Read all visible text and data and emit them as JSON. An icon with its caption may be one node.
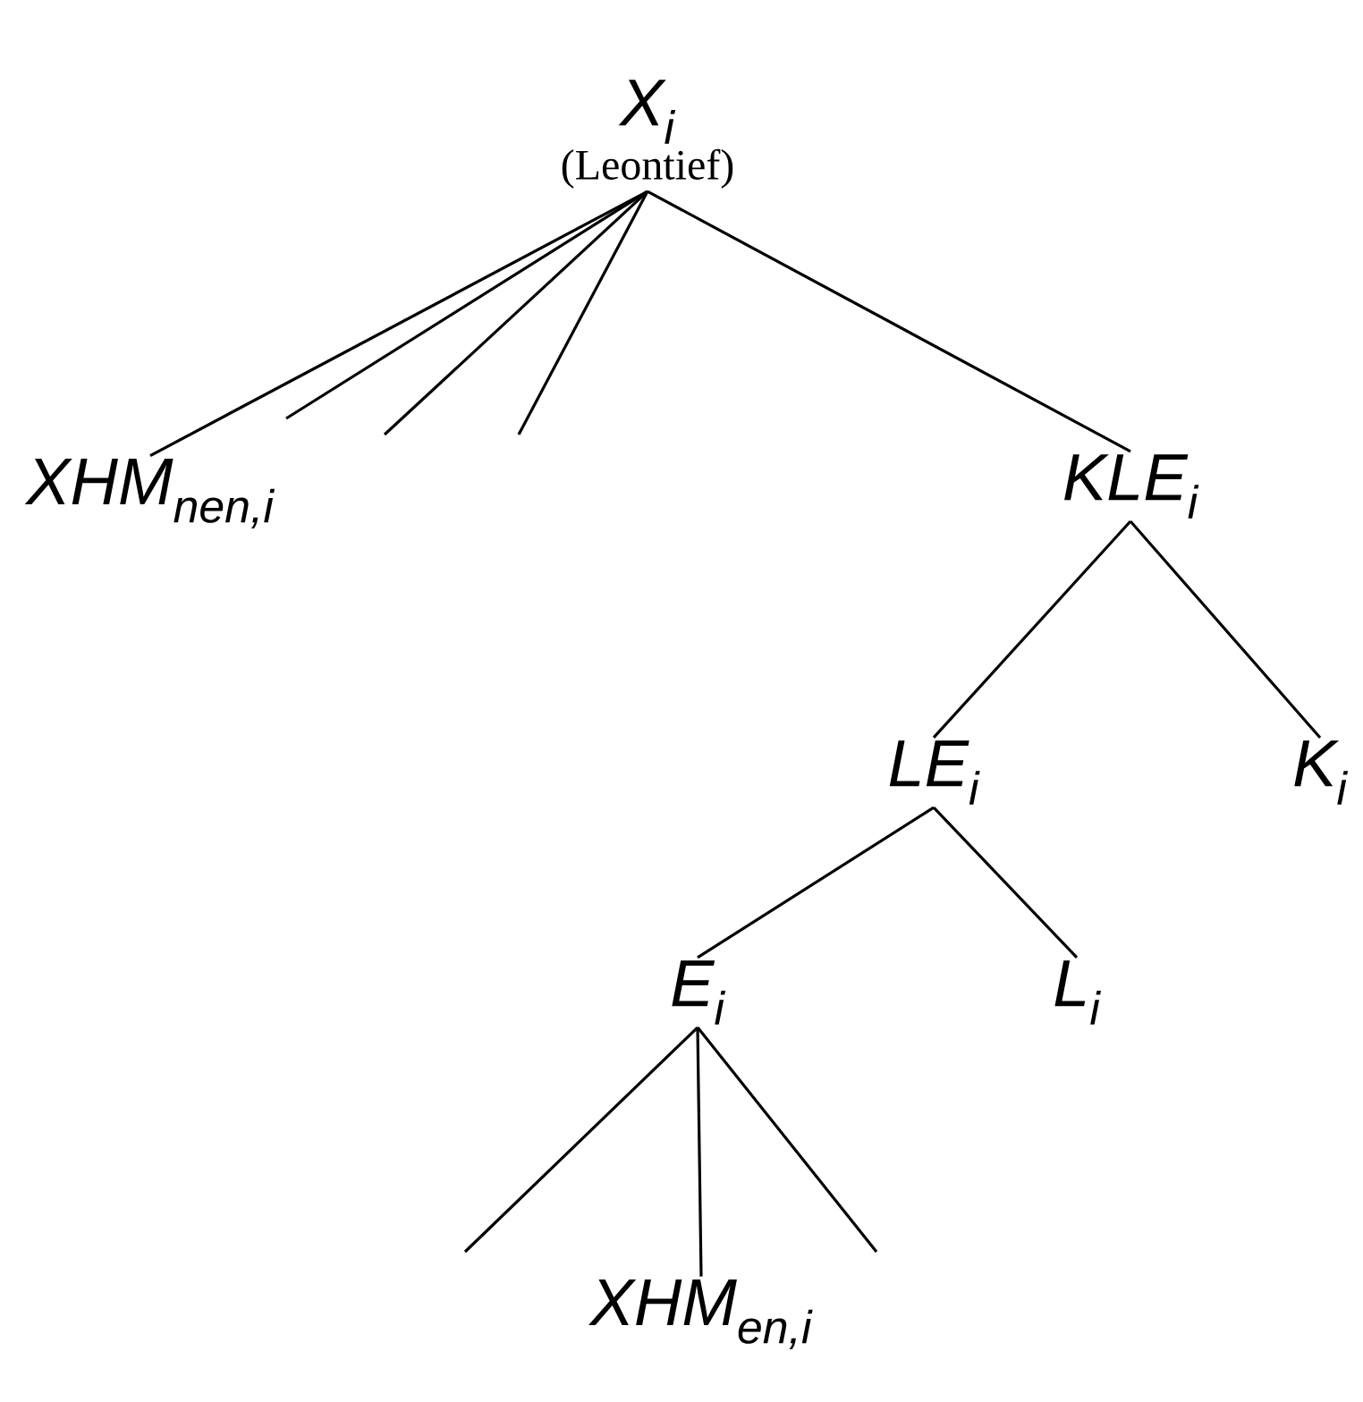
{
  "diagram": {
    "nodes": [
      {
        "text": [
          "X$_{i}$",
          "(Leontief)"
        ]
      },
      {
        "text": [
          "XHM$_{nen,i}$"
        ]
      },
      {
        "text": [
          "KLE$_{i}$"
        ]
      },
      {
        "text": [
          "LE$_{i}$"
        ]
      },
      {
        "text": [
          "K$_{i}$"
        ]
      },
      {
        "text": [
          "E$_{i}$"
        ]
      },
      {
        "text": [
          "L$_{i}$"
        ]
      },
      {
        "text": [
          "XHM$_{en,i}$"
        ]
      }
    ],
    "edges": [
      {
        "from": 0,
        "to": 1,
        "arrow": "none"
      },
      {
        "from": 0,
        "to": null,
        "arrow": "none"
      },
      {
        "from": 0,
        "to": null,
        "arrow": "none"
      },
      {
        "from": 0,
        "to": null,
        "arrow": "none"
      },
      {
        "from": 0,
        "to": 2,
        "arrow": "none"
      },
      {
        "from": 2,
        "to": 3,
        "arrow": "none"
      },
      {
        "from": 2,
        "to": 4,
        "arrow": "none"
      },
      {
        "from": 3,
        "to": 5,
        "arrow": "none"
      },
      {
        "from": 3,
        "to": 6,
        "arrow": "none"
      },
      {
        "from": 5,
        "to": null,
        "arrow": "none"
      },
      {
        "from": 5,
        "to": 7,
        "arrow": "none"
      },
      {
        "from": 5,
        "to": null,
        "arrow": "none"
      }
    ]
  }
}
